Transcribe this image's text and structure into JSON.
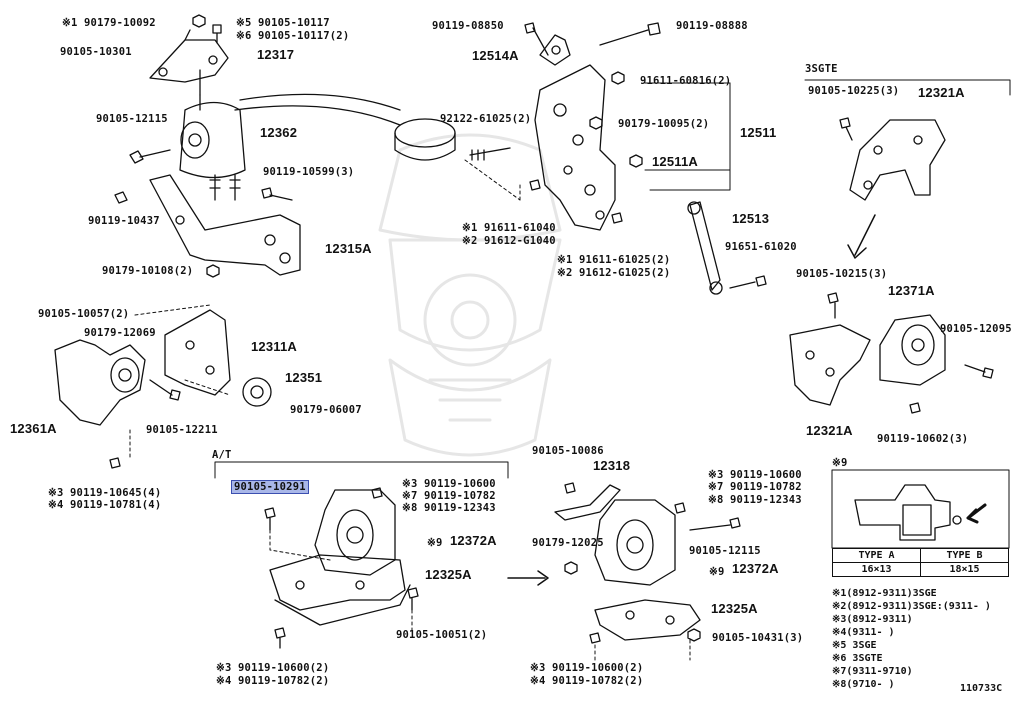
{
  "labels": {
    "l1": "※1 90179-10092",
    "l2": "※5 90105-10117",
    "l3": "※6 90105-10117(2)",
    "l4": "90105-10301",
    "l5": "12317",
    "l6": "90105-12115",
    "l7": "12362",
    "l8": "90119-10599(3)",
    "l9": "90119-10437",
    "l10": "12315A",
    "l11": "90179-10108(2)",
    "l12": "90119-08850",
    "l13": "90119-08888",
    "l14": "12514A",
    "l15": "91611-60816(2)",
    "l16": "92122-61025(2)",
    "l17": "90179-10095(2)",
    "l18": "12511",
    "l19": "12511A",
    "l20": "※1 91611-61040",
    "l21": "※2 91612-G1040",
    "l22": "12513",
    "l23": "※1 91611-61025(2)",
    "l24": "※2 91612-G1025(2)",
    "l25": "91651-61020",
    "l26": "3SGTE",
    "l27": "90105-10225(3)",
    "l28": "12321A",
    "l29": "90105-10215(3)",
    "l30": "12371A",
    "l31": "90105-12095",
    "l32": "12321A",
    "l33": "90119-10602(3)",
    "l34": "90105-10057(2)",
    "l35": "90179-12069",
    "l36": "12311A",
    "l37": "12351",
    "l38": "90179-06007",
    "l39": "12361A",
    "l40": "90105-12211",
    "l41": "※3 90119-10645(4)",
    "l42": "※4 90119-10781(4)",
    "l43": "A/T",
    "l44": "90105-10291",
    "l45": "※3 90119-10600",
    "l46": "※7 90119-10782",
    "l47": "※8 90119-12343",
    "l48": "※9",
    "l49": "12372A",
    "l50": "12325A",
    "l51": "90105-10051(2)",
    "l52": "※3 90119-10600(2)",
    "l53": "※4 90119-10782(2)",
    "l54": "90105-10086",
    "l55": "12318",
    "l56": "※3 90119-10600",
    "l57": "※7 90119-10782",
    "l58": "※8 90119-12343",
    "l59": "90179-12025",
    "l60": "90105-12115",
    "l61": "※9",
    "l62": "12372A",
    "l63": "12325A",
    "l64": "90105-10431(3)",
    "l65": "※3 90119-10600(2)",
    "l66": "※4 90119-10782(2)",
    "l67": "※9"
  },
  "table": {
    "header_a": "TYPE A",
    "header_b": "TYPE B",
    "val_a": "16×13",
    "val_b": "18×15"
  },
  "notes": [
    "※1(8912-9311)3SGE",
    "※2(8912-9311)3SGE:(9311-     )",
    "※3(8912-9311)",
    "※4(9311-     )",
    "※5 3SGE",
    "※6 3SGTE",
    "※7(9311-9710)",
    "※8(9710-     )"
  ],
  "figure_code": "110733C",
  "highlight_color": "#a9b7e8"
}
